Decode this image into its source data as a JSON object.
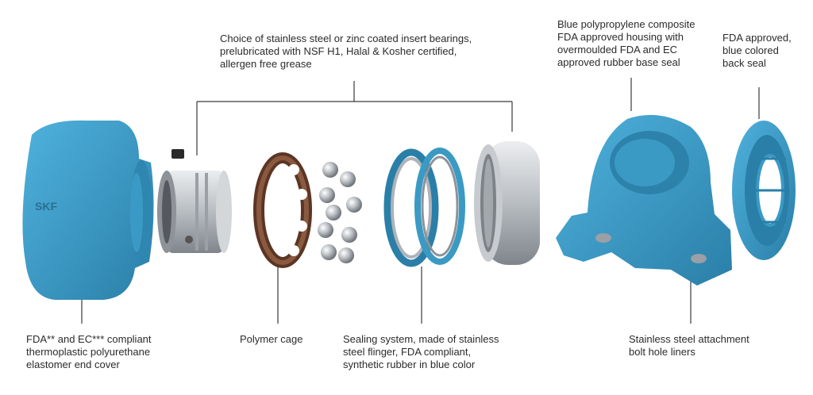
{
  "labels": {
    "insert_bearings": "Choice of stainless steel or zinc coated insert bearings,\nprelubricated with NSF H1, Halal & Kosher certified,\nallergen free grease",
    "housing": "Blue polypropylene composite\nFDA approved housing with\novermoulded FDA and EC\napproved rubber base seal",
    "back_seal": "FDA approved,\nblue colored\nback seal",
    "end_cover": "FDA** and EC*** compliant\nthermoplastic polyurethane\nelastomer end cover",
    "cage": "Polymer cage",
    "sealing": "Sealing system, made of stainless\nsteel flinger, FDA compliant,\nsynthetic rubber in blue color",
    "liners": "Stainless steel attachment\nbolt hole liners"
  },
  "logo_text": "SKF",
  "colors": {
    "blue": "#3a9ac4",
    "blue_dark": "#23739c",
    "steel": "#c9cdd0",
    "steel_dark": "#8a9096",
    "cage": "#7a4a32",
    "line": "#3a3a3a"
  }
}
